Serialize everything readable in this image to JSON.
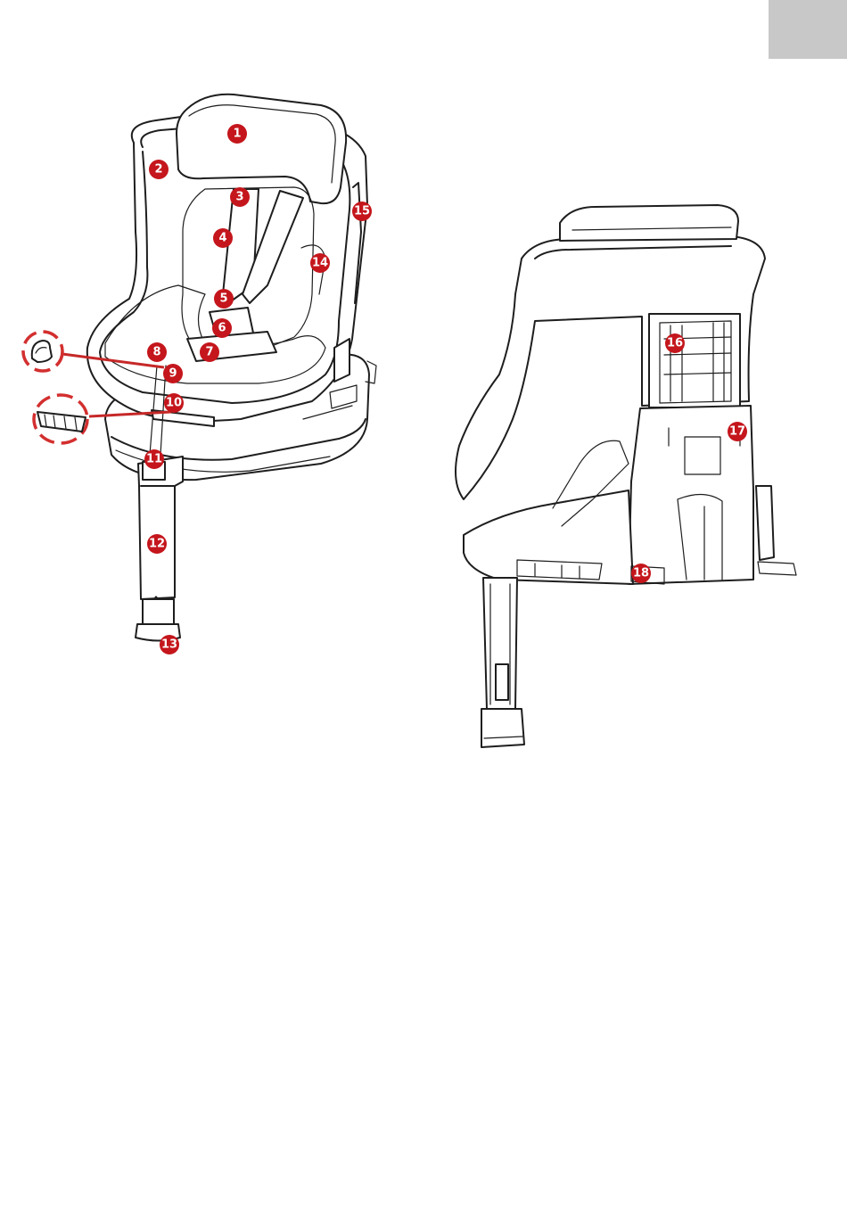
{
  "colors": {
    "callout": "#c4161c",
    "tab": "#c8c8c8",
    "line": "#1e1e1e"
  },
  "callouts": {
    "c1": "1",
    "c2": "2",
    "c3": "3",
    "c4": "4",
    "c5": "5",
    "c6": "6",
    "c7": "7",
    "c8": "8",
    "c9": "9",
    "c10": "10",
    "c11": "11",
    "c12": "12",
    "c13": "13",
    "c14": "14",
    "c15": "15",
    "c16": "16",
    "c17": "17",
    "c18": "18"
  }
}
